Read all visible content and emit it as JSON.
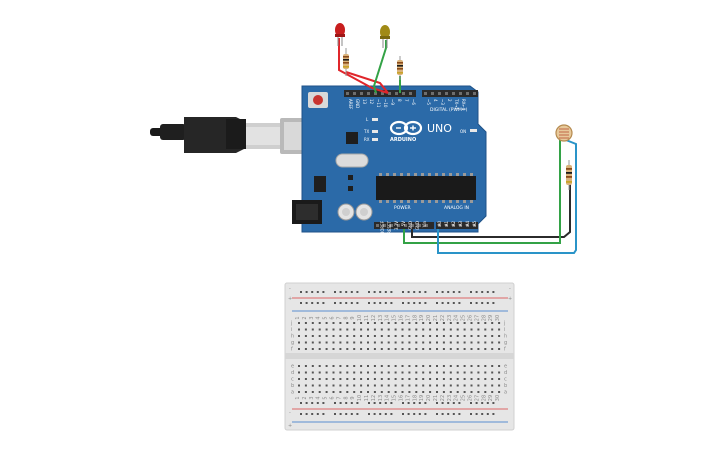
{
  "colors": {
    "board": "#2b6aa8",
    "board_edge": "#1f5288",
    "header": "#2a2a2a",
    "wire_red": "#e0262b",
    "wire_green": "#33a246",
    "wire_black": "#2b2b2b",
    "wire_blue": "#2a94c8",
    "led_red": "#c81e1e",
    "led_yellow": "#a08a16",
    "breadboard": "#e6e6e6",
    "rail_red": "#d83a3a",
    "rail_blue": "#2a6fc8"
  },
  "board": {
    "brand": "ARDUINO",
    "model": "UNO",
    "digital_label": "DIGITAL (PWM~)",
    "power_label": "POWER",
    "analog_label": "ANALOG IN",
    "on_label": "ON",
    "l_label": "L",
    "tx_label": "TX",
    "rx_label": "RX",
    "digital_pins": [
      "AREF",
      "GND",
      "13",
      "12",
      "~11",
      "~10",
      "~9",
      "8",
      "7",
      "~6",
      "~5",
      "4",
      "~3",
      "2",
      "TX→1",
      "RX←0"
    ],
    "power_pins": [
      "IOREF",
      "RESET",
      "3.3V",
      "5V",
      "GND",
      "GND",
      "Vin"
    ],
    "analog_pins": [
      "A0",
      "A1",
      "A2",
      "A3",
      "A4",
      "A5"
    ]
  },
  "breadboard": {
    "column_numbers": [
      "1",
      "2",
      "3",
      "4",
      "5",
      "6",
      "7",
      "8",
      "9",
      "10",
      "11",
      "12",
      "13",
      "14",
      "15",
      "16",
      "17",
      "18",
      "19",
      "20",
      "21",
      "22",
      "23",
      "24",
      "25",
      "26",
      "27",
      "28",
      "29",
      "30"
    ],
    "top_rows": [
      "j",
      "i",
      "h",
      "g",
      "f"
    ],
    "bottom_rows": [
      "e",
      "d",
      "c",
      "b",
      "a"
    ],
    "rail_plus": "+",
    "rail_minus": "-"
  },
  "components": {
    "led_red": "red LED",
    "led_yellow": "yellow LED",
    "photoresistor": "photoresistor",
    "usb": "USB cable",
    "resistor": "resistor"
  }
}
